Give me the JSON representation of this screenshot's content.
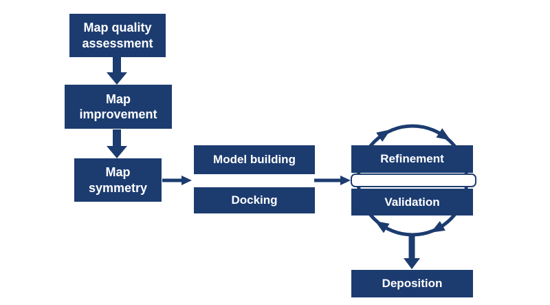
{
  "colors": {
    "navy": "#1c3c70",
    "box_text": "#ffffff",
    "background": "#ffffff"
  },
  "diagram": {
    "type": "flowchart",
    "nodes": [
      {
        "id": "map-quality-assessment",
        "label": "Map quality\nassessment"
      },
      {
        "id": "map-improvement",
        "label": "Map\nimprovement"
      },
      {
        "id": "map-symmetry",
        "label": "Map\nsymmetry"
      },
      {
        "id": "model-building",
        "label": "Model building"
      },
      {
        "id": "docking",
        "label": "Docking"
      },
      {
        "id": "refinement",
        "label": "Refinement"
      },
      {
        "id": "validation",
        "label": "Validation"
      },
      {
        "id": "deposition",
        "label": "Deposition"
      }
    ],
    "edges": [
      {
        "from": "map-quality-assessment",
        "to": "map-improvement",
        "style": "thick-down-arrow"
      },
      {
        "from": "map-improvement",
        "to": "map-symmetry",
        "style": "thick-down-arrow"
      },
      {
        "from": "map-symmetry",
        "to": "model-building / docking",
        "style": "right-arrow"
      },
      {
        "from": "model-building / docking",
        "to": "refinement / validation",
        "style": "right-arrow"
      },
      {
        "from": "refinement / validation cycle",
        "to": "deposition",
        "style": "thick-down-arrow"
      }
    ],
    "cycle": {
      "nodes": [
        "refinement",
        "validation"
      ],
      "direction": "clockwise",
      "arrowheads": 4
    }
  }
}
